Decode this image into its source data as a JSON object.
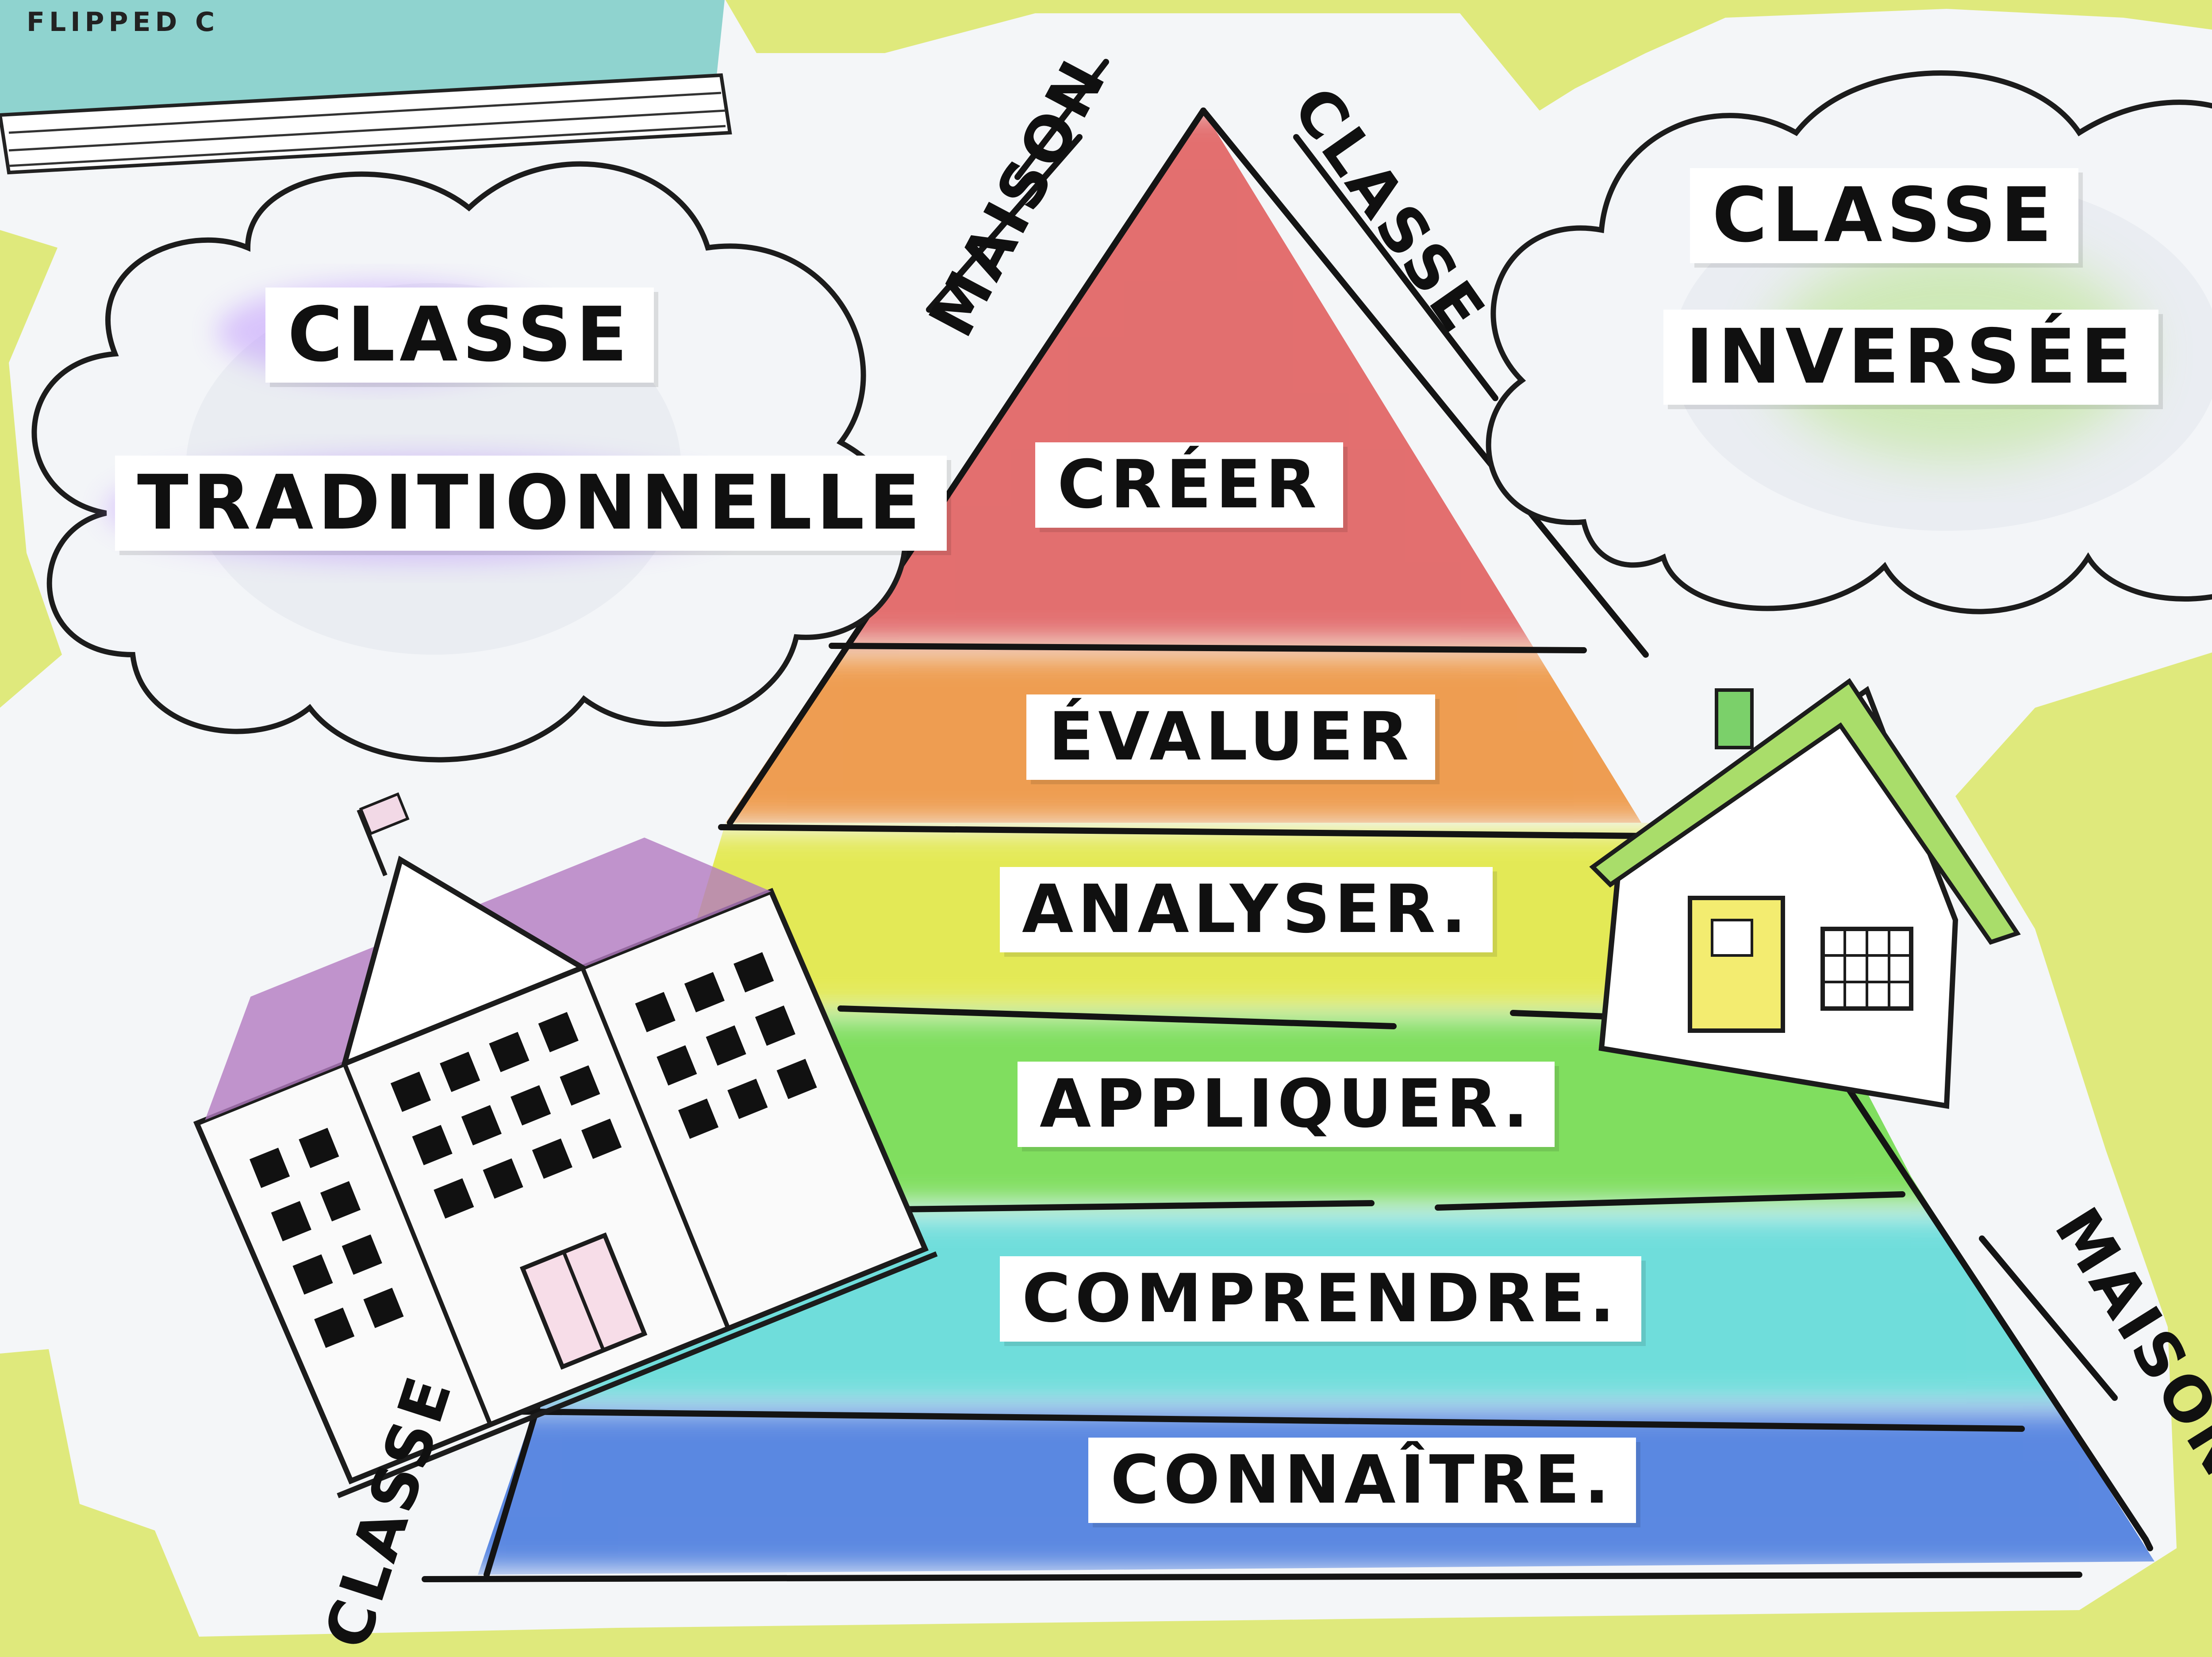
{
  "book": {
    "text": "FLIPPED C"
  },
  "left_cloud": {
    "line1": "CLASSE",
    "line2": "TRADITIONNELLE",
    "glow": "#b888ff"
  },
  "right_cloud": {
    "line1": "CLASSE",
    "line2": "INVERSÉE",
    "glow": "#9be24a"
  },
  "top_side": {
    "left": "MAISON",
    "right": "CLASSE"
  },
  "bottom_side": {
    "left": "CLASSE",
    "right": "MAISON"
  },
  "pyramid_levels": [
    {
      "label": "CRÉER",
      "color": "#e05858"
    },
    {
      "label": "ÉVALUER",
      "color": "#ee9440"
    },
    {
      "label": "ANALYSER.",
      "color": "#e2e844"
    },
    {
      "label": "APPLIQUER.",
      "color": "#6cda44"
    },
    {
      "label": "COMPRENDRE.",
      "color": "#4fd8d4"
    },
    {
      "label": "CONNAÎTRE.",
      "color": "#3f74dd"
    }
  ],
  "icons": {
    "school": "school-building-icon",
    "house": "house-icon"
  }
}
